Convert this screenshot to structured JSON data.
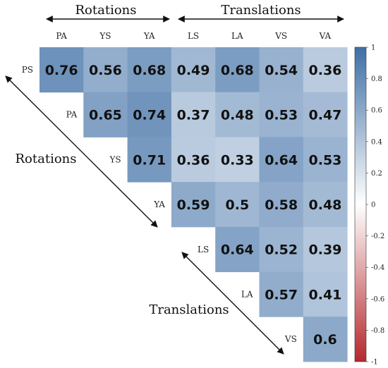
{
  "chart_data": {
    "type": "heatmap",
    "columns": [
      "PA",
      "YS",
      "YA",
      "LS",
      "LA",
      "VS",
      "VA"
    ],
    "rows": [
      "PS",
      "PA",
      "YS",
      "YA",
      "LS",
      "LA",
      "VS"
    ],
    "values": [
      [
        0.76,
        0.56,
        0.68,
        0.49,
        0.68,
        0.54,
        0.36
      ],
      [
        null,
        0.65,
        0.74,
        0.37,
        0.48,
        0.53,
        0.47
      ],
      [
        null,
        null,
        0.71,
        0.36,
        0.33,
        0.64,
        0.53
      ],
      [
        null,
        null,
        null,
        0.59,
        0.5,
        0.58,
        0.48
      ],
      [
        null,
        null,
        null,
        null,
        0.64,
        0.52,
        0.39
      ],
      [
        null,
        null,
        null,
        null,
        null,
        0.57,
        0.41
      ],
      [
        null,
        null,
        null,
        null,
        null,
        null,
        0.6
      ]
    ],
    "group_labels": {
      "top_rotations": "Rotations",
      "top_translations": "Translations",
      "side_rotations": "Rotations",
      "side_translations": "Translations"
    },
    "colorbar": {
      "range": [
        -1,
        1
      ],
      "ticks": [
        "1",
        "0.8",
        "0.6",
        "0.4",
        "0.2",
        "0",
        "-0.2",
        "-0.4",
        "-0.6",
        "-0.8",
        "-1"
      ],
      "colors": {
        "high": "#3f6fa6",
        "mid": "#ffffff",
        "low": "#b5282d"
      }
    }
  }
}
